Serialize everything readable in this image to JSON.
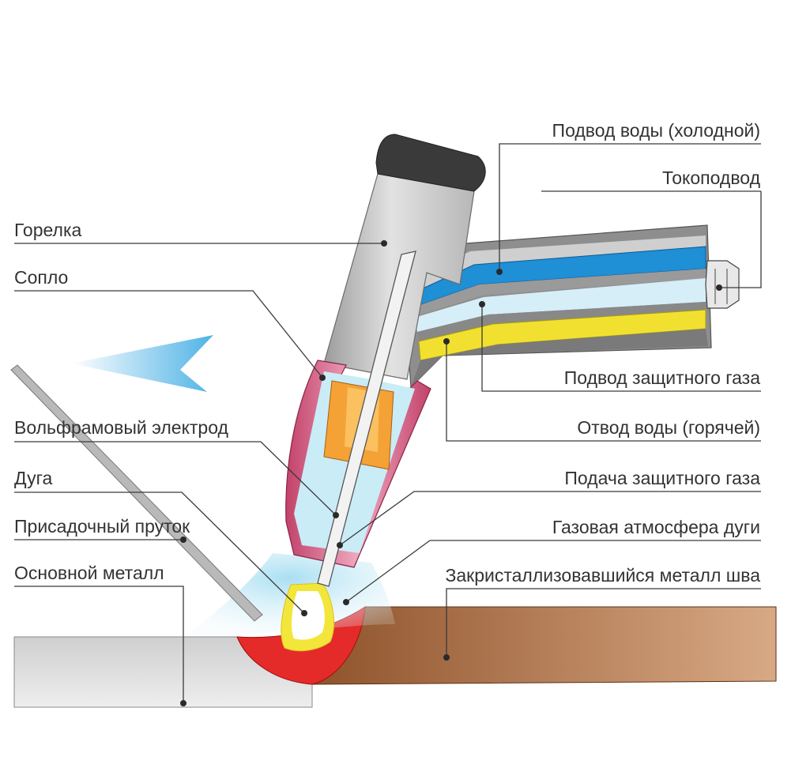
{
  "labels": {
    "torch": "Горелка",
    "nozzle": "Сопло",
    "tungsten_electrode": "Вольфрамовый электрод",
    "arc": "Дуга",
    "filler_rod": "Присадочный пруток",
    "base_metal": "Основной металл",
    "cold_water_in": "Подвод воды (холодной)",
    "current_lead": "Токоподвод",
    "shield_gas_in": "Подвод защитного газа",
    "hot_water_out": "Отвод воды (горячей)",
    "shield_gas_feed": "Подача защитного газа",
    "arc_gas_atmosphere": "Газовая атмосфера дуги",
    "solidified_weld_metal": "Закристаллизовавшийся металл шва"
  },
  "colors": {
    "water": "#1f8fd6",
    "gas": "#f2e030",
    "nozzle": "#e07a9a",
    "insulator": "#f4a236",
    "weld_metal": "#a0663e",
    "weld_pool": "#e52a2a",
    "arc": "#f7f07a",
    "shield_gas_cloud": "#bfe6f4",
    "torch_body": "#d4d4d4",
    "torch_cap": "#3a3a3a"
  },
  "icons": {
    "direction": "travel-direction-arrow-icon"
  }
}
